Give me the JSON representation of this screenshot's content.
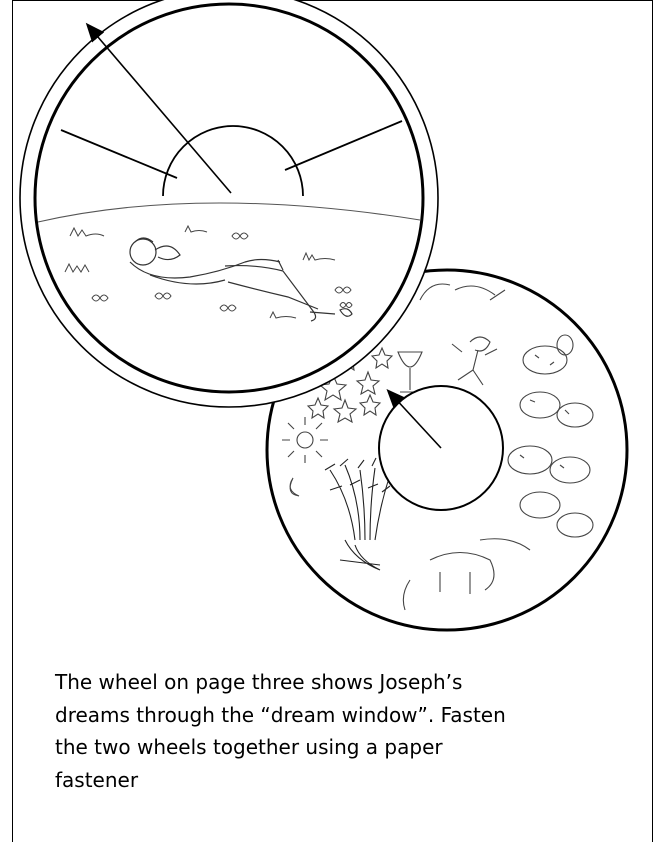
{
  "caption": {
    "line1": "The wheel on page three shows Joseph’s",
    "line2": "dreams through the “dream window”.  Fasten",
    "line3": "the two wheels together using a paper",
    "line4": "fastener"
  },
  "icons": {
    "top_wheel": "dream-window-wheel",
    "bottom_wheel": "dreams-picture-wheel",
    "sleeping_figure": "sleeping-joseph-illustration",
    "stars": "stars-illustration",
    "sun_moon": "sun-and-moon-illustration",
    "wheat": "wheat-sheaves-illustration",
    "cows": "cows-illustration",
    "cup": "cup-illustration"
  }
}
